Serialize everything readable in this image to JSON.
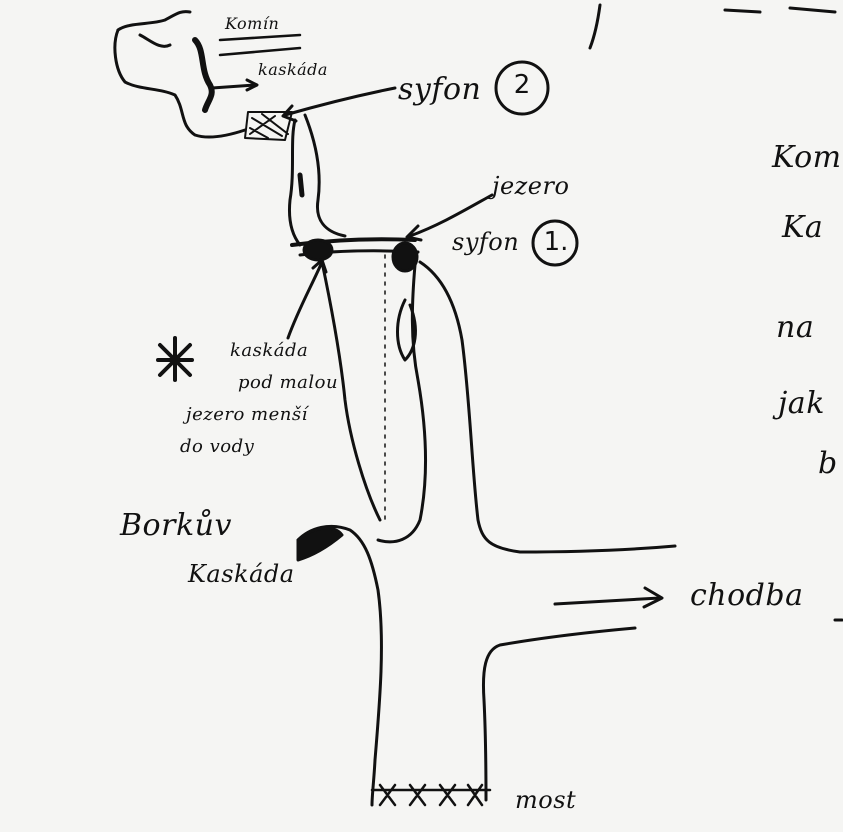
{
  "labels": {
    "top_komin": "Komín",
    "top_kaskada": "kaskáda",
    "sifon2_word": "syfon",
    "sifon2_num": "2",
    "jezero": "jezero",
    "sifon1_word": "syfon",
    "sifon1_num": "1.",
    "note_l1": "kaskáda",
    "note_l2": "pod malou",
    "note_l3": "jezero menší",
    "note_l4": "do vody",
    "borkuv_l1": "Borkův",
    "borkuv_l2": "Kaskáda",
    "chodba": "chodba",
    "most": "most",
    "star": "*",
    "right_l1": "Kom",
    "right_l2": "Ka",
    "right_l3": "na",
    "right_l4": "jak",
    "right_l5": "b"
  },
  "colors": {
    "ink": "#111111",
    "paper": "#f5f5f3"
  }
}
